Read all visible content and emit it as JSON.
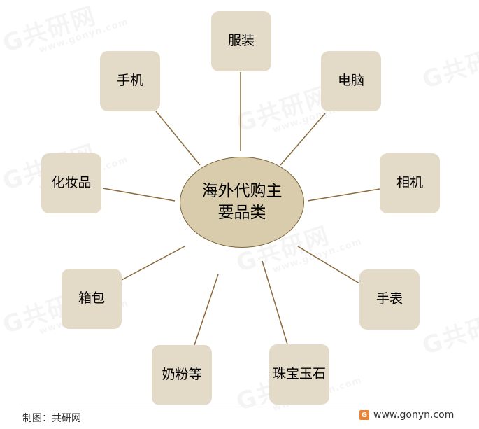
{
  "watermark": {
    "main": "G共研网",
    "sub": "www.gonyn.com"
  },
  "center": {
    "label": "海外代购主要品类"
  },
  "categories": [
    "服装",
    "电脑",
    "相机",
    "手表",
    "珠宝玉石",
    "奶粉等",
    "箱包",
    "化妆品",
    "手机"
  ],
  "footer": {
    "source": "制图：共研网",
    "website": "www.gonyn.com"
  },
  "colors": {
    "node_fill": "#e3dac8",
    "center_fill": "#d8ccad",
    "center_border": "#7b6333",
    "connector": "#8a6a3c",
    "logo": "#e8833a"
  }
}
